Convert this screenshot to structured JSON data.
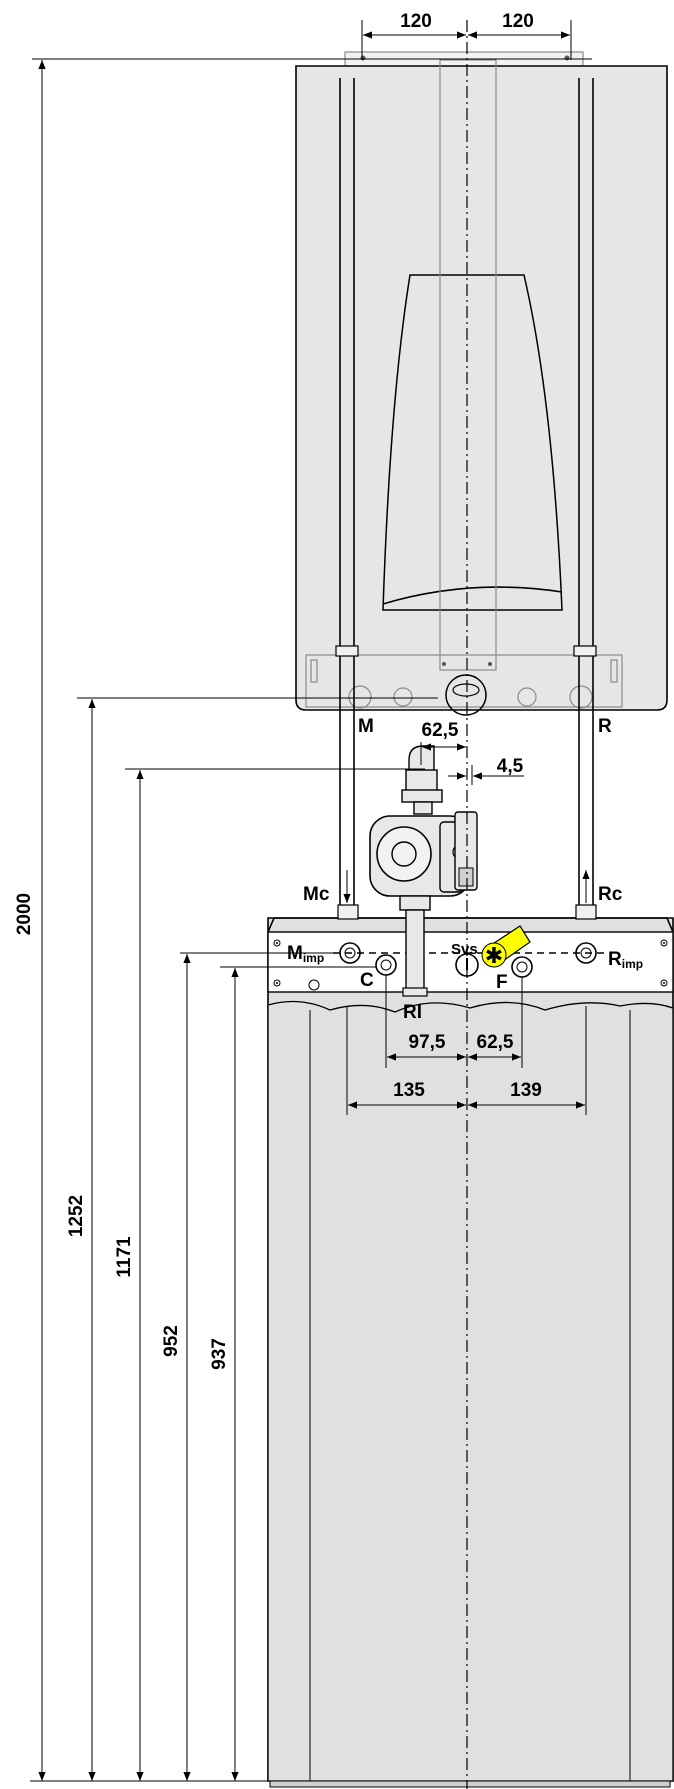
{
  "dimensions": {
    "top_left": "120",
    "top_right": "120",
    "height_total": "2000",
    "height_1252": "1252",
    "height_1171": "1171",
    "height_952": "952",
    "height_937": "937",
    "pump_offset": "62,5",
    "small_offset": "4,5",
    "ri_offset": "97,5",
    "f_offset": "62,5",
    "left_135": "135",
    "right_139": "139"
  },
  "labels": {
    "m": "M",
    "r": "R",
    "mc": "Mc",
    "rc": "Rc",
    "m_imp_main": "M",
    "m_imp_sub": "imp",
    "r_imp_main": "R",
    "r_imp_sub": "imp",
    "c": "C",
    "svs": "Svs",
    "f": "F",
    "ri": "RI"
  },
  "colors": {
    "panel": "#e6e6e6",
    "line": "#000000",
    "outline_grey": "#8a8a8a",
    "warning": "#ffff00"
  },
  "icons": {
    "warning": "star-warning-icon"
  }
}
